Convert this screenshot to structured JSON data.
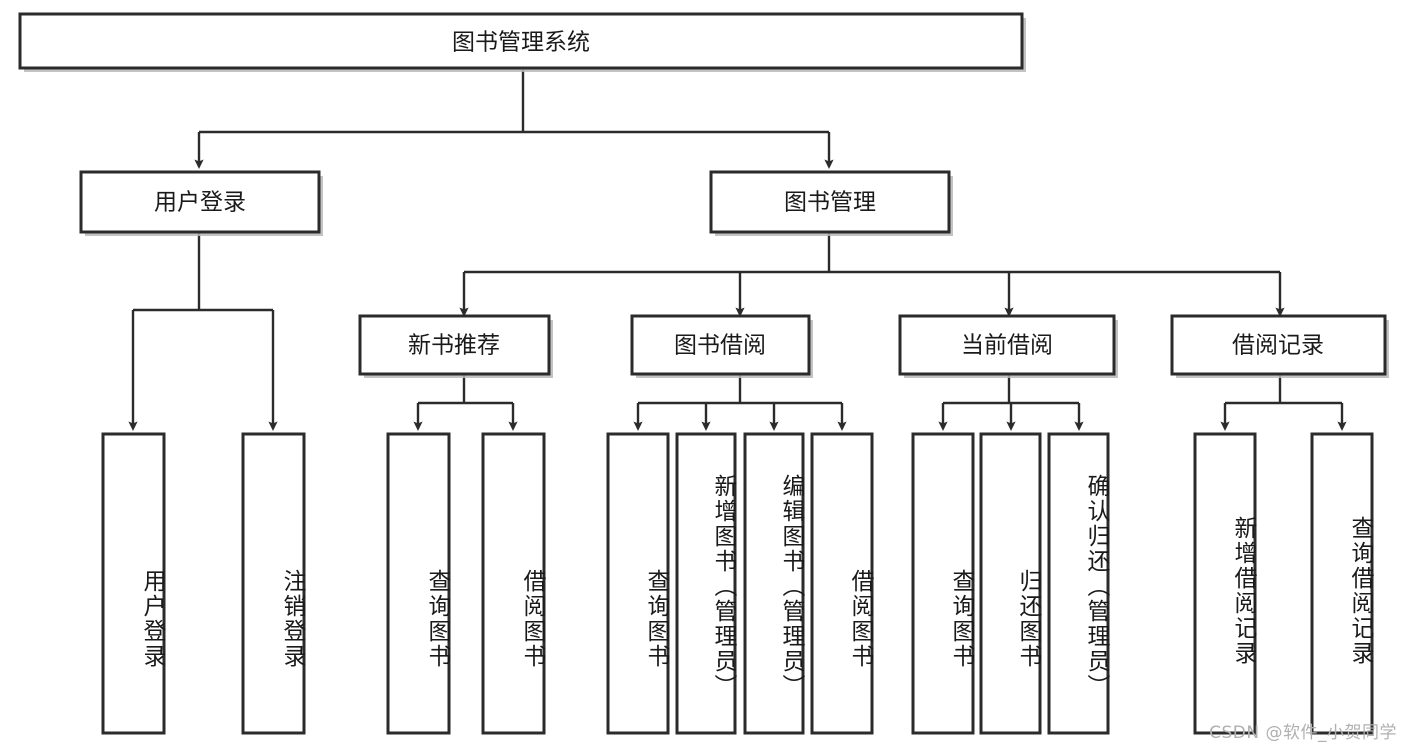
{
  "diagram": {
    "type": "tree-hierarchy-chart",
    "title": "图书管理系统",
    "watermark": "CSDN @软件_小贺同学",
    "colors": {
      "box_stroke": "#2b2b2b",
      "box_fill": "#ffffff",
      "edge": "#2b2b2b",
      "text": "#1a1a1a",
      "watermark": "#b0b0b0",
      "shadow": "#b9b9b9"
    },
    "levels": {
      "root": {
        "label": "图书管理系统"
      },
      "level2": [
        {
          "label": "用户登录"
        },
        {
          "label": "图书管理"
        }
      ],
      "level3": [
        {
          "label": "新书推荐"
        },
        {
          "label": "图书借阅"
        },
        {
          "label": "当前借阅"
        },
        {
          "label": "借阅记录"
        }
      ],
      "leaves": [
        {
          "label": "用户登录",
          "parent": "用户登录"
        },
        {
          "label": "注销登录",
          "parent": "用户登录"
        },
        {
          "label": "查询图书",
          "parent": "新书推荐"
        },
        {
          "label": "借阅图书",
          "parent": "新书推荐"
        },
        {
          "label": "查询图书",
          "parent": "图书借阅"
        },
        {
          "label": "新增图书（管理员）",
          "parent": "图书借阅"
        },
        {
          "label": "编辑图书（管理员）",
          "parent": "图书借阅"
        },
        {
          "label": "借阅图书",
          "parent": "图书借阅"
        },
        {
          "label": "查询图书",
          "parent": "当前借阅"
        },
        {
          "label": "归还图书",
          "parent": "当前借阅"
        },
        {
          "label": "确认归还（管理员）",
          "parent": "当前借阅"
        },
        {
          "label": "新增借阅记录",
          "parent": "借阅记录"
        },
        {
          "label": "查询借阅记录",
          "parent": "借阅记录"
        }
      ]
    }
  }
}
